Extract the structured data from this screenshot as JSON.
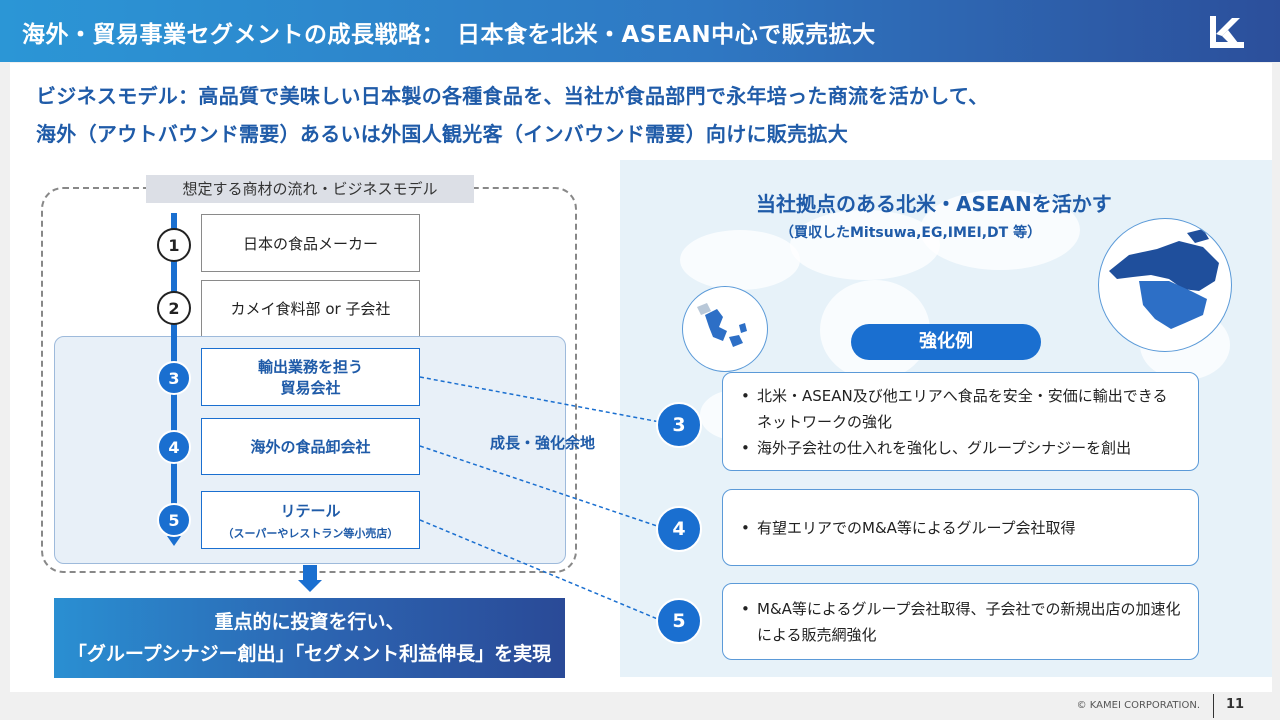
{
  "header": {
    "title": "海外・貿易事業セグメントの成長戦略：　日本食を北米・ASEAN中心で販売拡大"
  },
  "subtitle": {
    "line1": "ビジネスモデル：高品質で美味しい日本製の各種食品を、当社が食品部門で永年培った商流を活かして、",
    "line2": "海外（アウトバウンド需要）あるいは外国人観光客（インバウンド需要）向けに販売拡大"
  },
  "flow": {
    "label": "想定する商材の流れ・ビジネスモデル",
    "growth_label": "成長・強化余地",
    "steps": [
      {
        "num": "1",
        "text": "日本の食品メーカー",
        "sub": ""
      },
      {
        "num": "2",
        "text": "カメイ食料部 or 子会社",
        "sub": ""
      },
      {
        "num": "3",
        "text": "輸出業務を担う",
        "text2": "貿易会社",
        "sub": ""
      },
      {
        "num": "4",
        "text": "海外の食品卸会社",
        "sub": ""
      },
      {
        "num": "5",
        "text": "リテール",
        "sub": "（スーパーやレストラン等小売店）"
      }
    ]
  },
  "result": {
    "line1": "重点的に投資を行い、",
    "line2": "「グループシナジー創出」「セグメント利益伸長」を実現"
  },
  "strength": {
    "heading": "当社拠点のある北米・ASEANを活かす",
    "sub": "（買収したMitsuwa,EG,IMEI,DT 等）",
    "pill": "強化例",
    "examples": [
      {
        "num": "3",
        "items": [
          "北米・ASEAN及び他エリアへ食品を安全・安価に輸出できるネットワークの強化",
          "海外子会社の仕入れを強化し、グループシナジーを創出"
        ]
      },
      {
        "num": "4",
        "items": [
          "有望エリアでのM&A等によるグループ会社取得"
        ]
      },
      {
        "num": "5",
        "items": [
          "M&A等によるグループ会社取得、子会社での新規出店の加速化による販売網強化"
        ]
      }
    ]
  },
  "footer": {
    "copyright": "© KAMEI CORPORATION.",
    "page": "11"
  },
  "colors": {
    "accent": "#1a6fd0",
    "heading_text": "#1f5ba8",
    "right_bg": "#e7f2f9"
  }
}
